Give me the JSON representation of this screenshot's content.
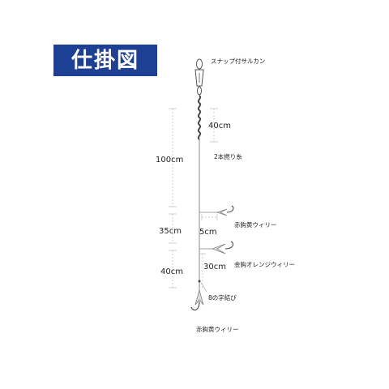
{
  "title": "仕掛図",
  "colors": {
    "banner": "#1d3f94",
    "line": "#888888",
    "text": "#222222",
    "dim": "#bbbbbb"
  },
  "labels": {
    "snap_swivel": "スナップ付サルカン",
    "twisted_line": "2本撚り糸",
    "upper_hook": "赤鈎黄ウィリー",
    "middle_hook": "金鈎オレンジウィリー",
    "figure_eight_knot": "8の字結び",
    "bottom_hook": "赤鈎黄ウィリー"
  },
  "dimensions": {
    "total_upper": "100cm",
    "twisted": "40cm",
    "branch_interval": "35cm",
    "branch_length": "5cm",
    "lower_interval": "40cm",
    "lower_branch": "30cm"
  }
}
